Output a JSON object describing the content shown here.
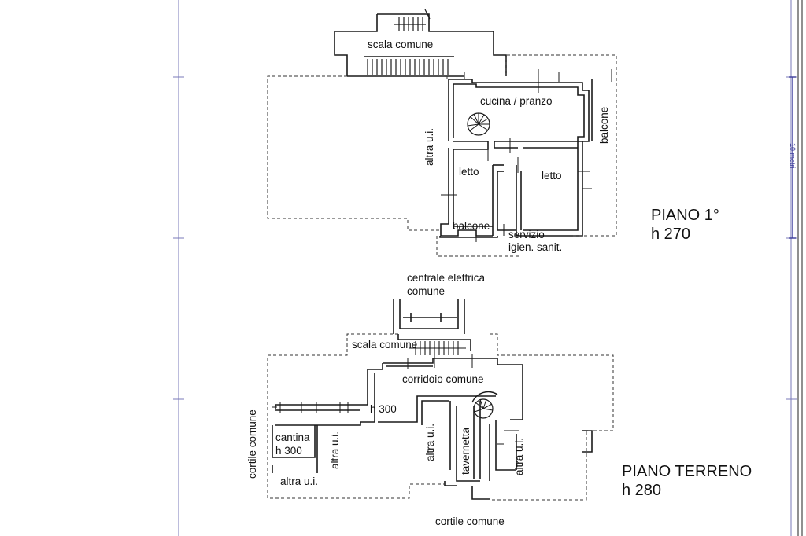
{
  "floor_first": {
    "title": "PIANO 1°",
    "height": "h 270",
    "labels": {
      "stair": "scala comune",
      "kitchen": "cucina / pranzo",
      "balcony_right": "balcone",
      "other_unit": "altra u.i.",
      "bedroom_left": "letto",
      "bedroom_right": "letto",
      "balcony_bottom": "balcone",
      "bath_line1": "servizio",
      "bath_line2": "igien. sanit."
    }
  },
  "floor_ground": {
    "title": "PIANO TERRENO",
    "height": "h 280",
    "labels": {
      "electrical_line1": "centrale elettrica",
      "electrical_line2": "comune",
      "stair": "scala comune",
      "corridor": "corridoio comune",
      "corridor_height": "h 300",
      "courtyard_left": "cortile comune",
      "cellar": "cantina",
      "cellar_height": "h 300",
      "other_unit_left": "altra u.i.",
      "other_unit_bottom": "altra u.i.",
      "other_unit_mid": "altra u.i.",
      "tavern": "tavernetta",
      "other_unit_right": "altra u.i.",
      "courtyard_bottom": "cortile comune"
    }
  },
  "scale_bar": {
    "label": "10 metri"
  },
  "colors": {
    "frame": "#7a7ab8",
    "walls": "#1a1a1a",
    "dashed": "#333333"
  }
}
